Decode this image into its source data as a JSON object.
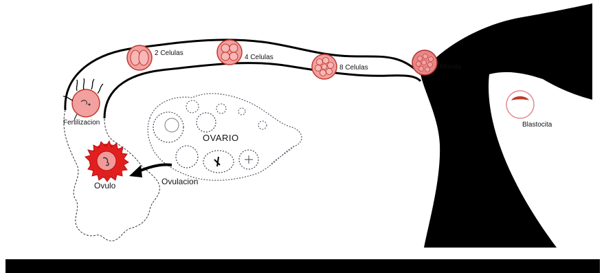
{
  "labels": {
    "cells_2": "2 Celulas",
    "cells_4": "4 Celulas",
    "cells_8": "8 Celulas",
    "morula": "Morula",
    "blastocyst": "Blastocita",
    "fertilization": "Fertilizacion",
    "ovary": "OVARIO",
    "ovum": "Ovulo",
    "ovulation": "Ovulacion"
  },
  "colors": {
    "stage_fill": "#f2a0a0",
    "stage_stroke": "#c0392b",
    "ovum_red": "#dd1c1c",
    "uterus": "#000000",
    "bar": "#000000"
  }
}
